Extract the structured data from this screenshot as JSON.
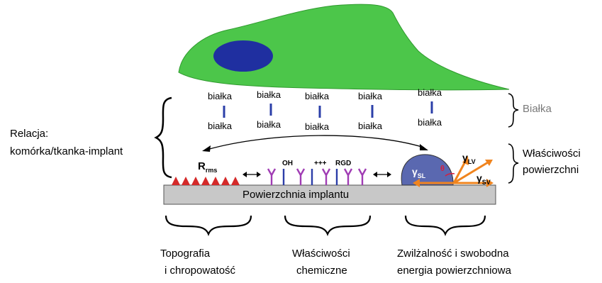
{
  "proteins": {
    "top": [
      "białka",
      "białka",
      "białka",
      "białka",
      "białka"
    ],
    "bottom": [
      "białka",
      "białka",
      "białka",
      "białka",
      "białka"
    ]
  },
  "left_label": {
    "line1": "Relacja:",
    "line2": "komórka/tkanka-implant"
  },
  "right_labels": {
    "proteins": "Białka",
    "surface_line1": "Właściwości",
    "surface_line2": "powierzchni"
  },
  "surface": {
    "implant": "Powierzchnia implantu",
    "roughness_symbol": "R",
    "roughness_sub": "rms",
    "chem_oh": "OH",
    "chem_plus": "+++",
    "chem_rgd": "RGD",
    "gamma": "γ",
    "sub_sl": "SL",
    "sub_lv": "LV",
    "sub_sv": "SV",
    "theta": "θ"
  },
  "bottom_labels": {
    "topo_1": "Topografia",
    "topo_2": "i chropowatość",
    "chem_1": "Właściwości",
    "chem_2": "chemiczne",
    "wet_1": "Zwilżalność i swobodna",
    "wet_2": "energia powierzchniowa"
  },
  "colors": {
    "cell_fill": "#4cc64a",
    "nucleus_fill": "#1f2fa0",
    "protein_line": "#2b3fa8",
    "implant_fill": "#c8c8c8",
    "triangle_fill": "#d42a2a",
    "ligand_purple": "#a03cb4",
    "ligand_blue": "#2c3ea8",
    "droplet_fill": "#5a68b0",
    "arrow_orange": "#f0841e",
    "theta_red": "#d81e3c"
  }
}
